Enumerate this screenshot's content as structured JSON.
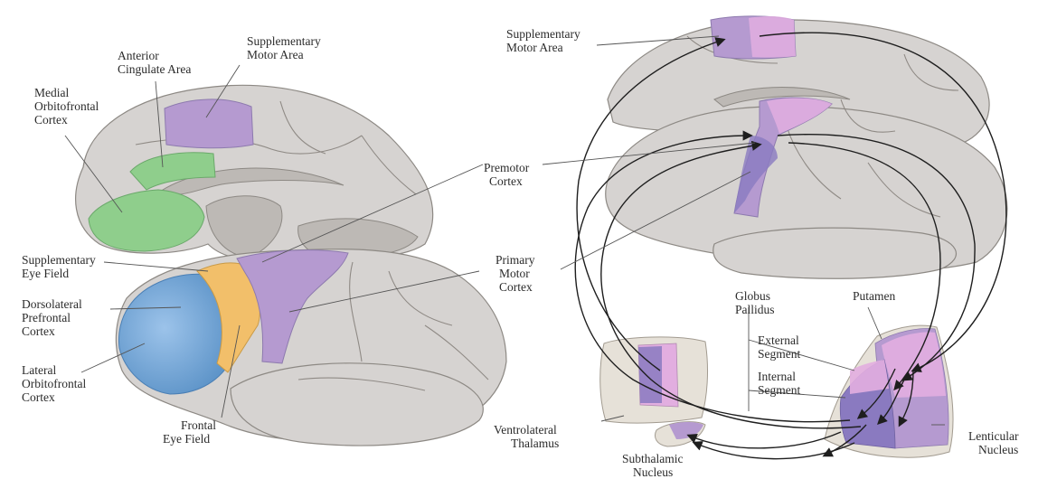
{
  "left_diagram": {
    "labels": {
      "supplementary_motor_area": [
        "Supplementary",
        "Motor Area"
      ],
      "anterior_cingulate_area": [
        "Anterior",
        "Cingulate Area"
      ],
      "medial_orbitofrontal_cortex": [
        "Medial",
        "Orbitofrontal",
        "Cortex"
      ],
      "premotor_cortex": [
        "Premotor",
        "Cortex"
      ],
      "supplementary_eye_field": [
        "Supplementary",
        "Eye Field"
      ],
      "dorsolateral_prefrontal_cortex": [
        "Dorsolateral",
        "Prefrontal",
        "Cortex"
      ],
      "lateral_orbitofrontal_cortex": [
        "Lateral",
        "Orbitofrontal",
        "Cortex"
      ],
      "frontal_eye_field": [
        "Frontal",
        "Eye Field"
      ],
      "primary_motor_cortex": [
        "Primary",
        "Motor",
        "Cortex"
      ]
    }
  },
  "right_diagram": {
    "labels": {
      "supplementary_motor_area": [
        "Supplementary",
        "Motor Area"
      ],
      "globus_pallidus": [
        "Globus",
        "Pallidus"
      ],
      "putamen": "Putamen",
      "external_segment": [
        "External",
        "Segment"
      ],
      "internal_segment": [
        "Internal",
        "Segment"
      ],
      "ventrolateral_thalamus": [
        "Ventrolateral",
        "Thalamus"
      ],
      "subthalamic_nucleus": [
        "Subthalamic",
        "Nucleus"
      ],
      "lenticular_nucleus": [
        "Lenticular",
        "Nucleus"
      ]
    }
  },
  "colors": {
    "motor_purple": "#b59ad0",
    "deep_purple": "#8a7ac0",
    "pink": "#e2aee0",
    "green": "#8fce8c",
    "blue": "#78a9d9",
    "orange": "#f2bf6a",
    "brain_gray": "#d6d3d1"
  }
}
